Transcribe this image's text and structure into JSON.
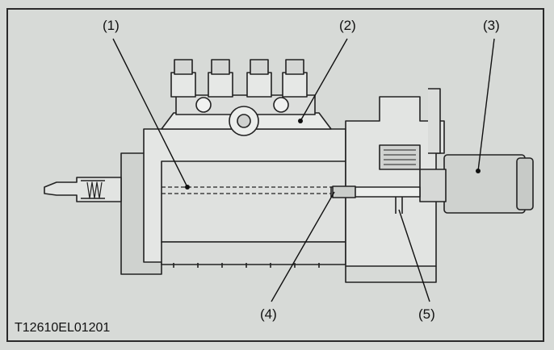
{
  "figure": {
    "code": "T12610EL01201",
    "callouts": [
      {
        "id": "1",
        "text": "(1)"
      },
      {
        "id": "2",
        "text": "(2)"
      },
      {
        "id": "3",
        "text": "(3)"
      },
      {
        "id": "4",
        "text": "(4)"
      },
      {
        "id": "5",
        "text": "(5)"
      }
    ]
  },
  "colors": {
    "background": "#d7dad7",
    "line": "#222222",
    "shade": "#b7bbb7"
  }
}
